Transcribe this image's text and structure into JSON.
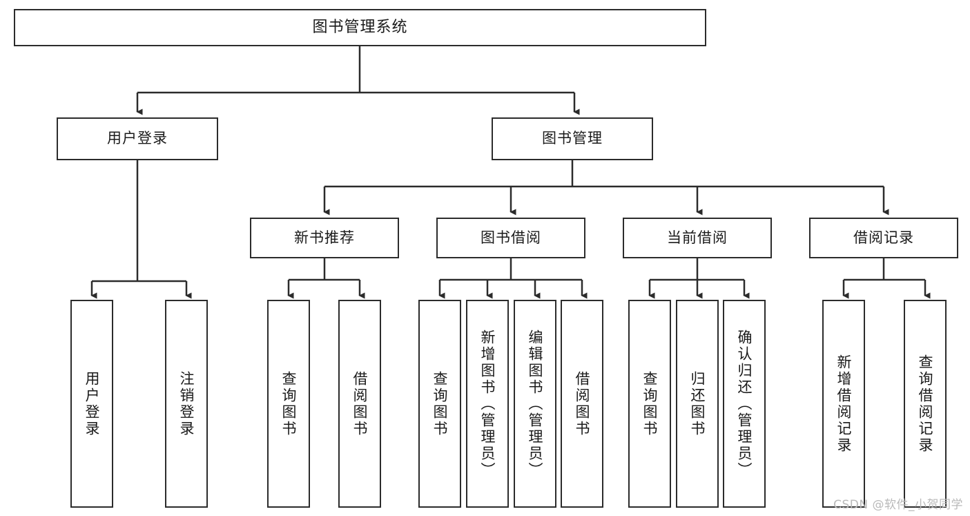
{
  "diagram": {
    "title": "图书管理系统",
    "type": "tree-hierarchy-chart",
    "watermark": "CSDN @软件_小贺同学",
    "colors": {
      "box_border": "#2b2b2b",
      "box_fill": "#ffffff",
      "edge": "#2b2b2b",
      "text": "#1a1a1a",
      "watermark": "#b9b9b9",
      "background": "#ffffff"
    },
    "root": {
      "id": "root",
      "label": "图书管理系统"
    },
    "level2": [
      {
        "id": "user-login",
        "label": "用户登录"
      },
      {
        "id": "book-manage",
        "label": "图书管理"
      }
    ],
    "level3": [
      {
        "id": "new-book-rec",
        "label": "新书推荐"
      },
      {
        "id": "book-borrow",
        "label": "图书借阅"
      },
      {
        "id": "current-borrow",
        "label": "当前借阅"
      },
      {
        "id": "borrow-record",
        "label": "借阅记录"
      }
    ],
    "leaves": {
      "user-login": [
        {
          "id": "leaf-user-login",
          "label": "用户登录"
        },
        {
          "id": "leaf-user-logout",
          "label": "注销登录"
        }
      ],
      "new-book-rec": [
        {
          "id": "leaf-query-book-1",
          "label": "查询图书"
        },
        {
          "id": "leaf-borrow-book-1",
          "label": "借阅图书"
        }
      ],
      "book-borrow": [
        {
          "id": "leaf-query-book-2",
          "label": "查询图书"
        },
        {
          "id": "leaf-add-book",
          "label": "新增图书（管理员）"
        },
        {
          "id": "leaf-edit-book",
          "label": "编辑图书（管理员）"
        },
        {
          "id": "leaf-borrow-book-2",
          "label": "借阅图书"
        }
      ],
      "current-borrow": [
        {
          "id": "leaf-query-book-3",
          "label": "查询图书"
        },
        {
          "id": "leaf-return-book",
          "label": "归还图书"
        },
        {
          "id": "leaf-confirm-return",
          "label": "确认归还（管理员）"
        }
      ],
      "borrow-record": [
        {
          "id": "leaf-add-record",
          "label": "新增借阅记录"
        },
        {
          "id": "leaf-query-record",
          "label": "查询借阅记录"
        }
      ]
    }
  }
}
